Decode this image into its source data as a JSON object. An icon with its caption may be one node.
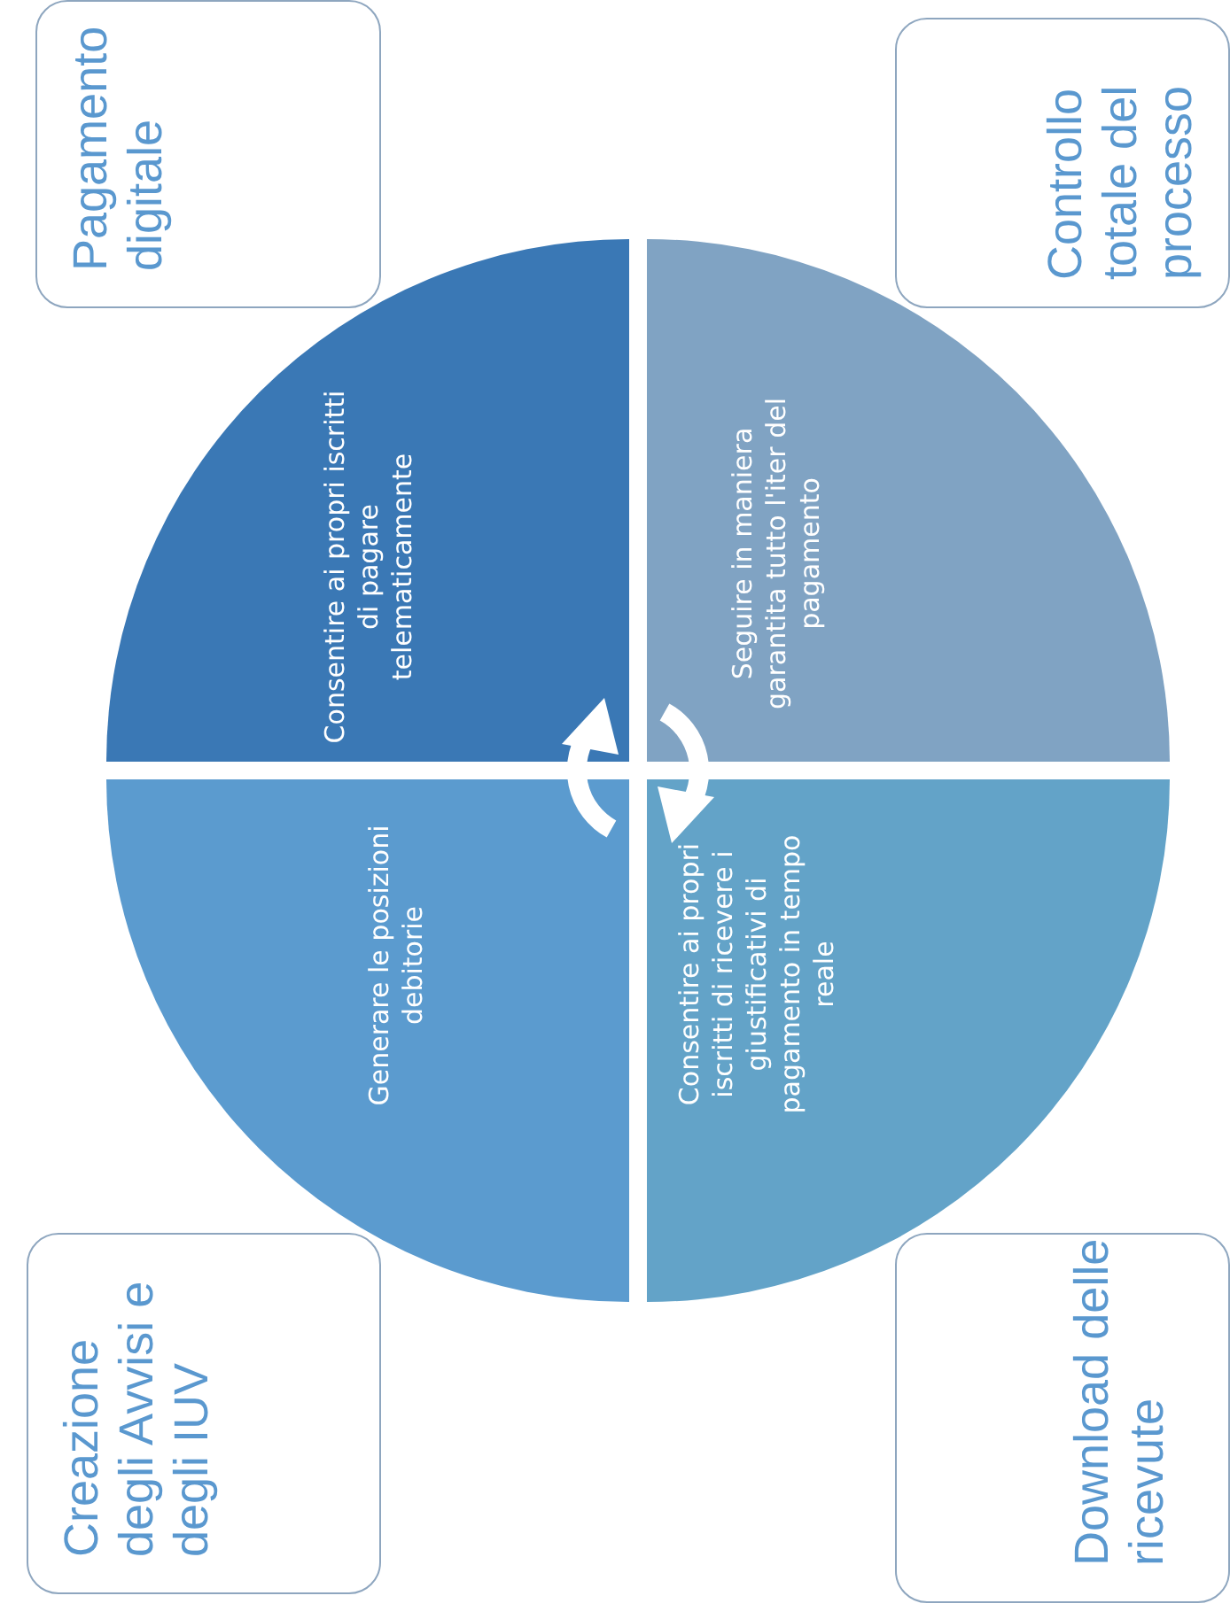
{
  "diagram": {
    "nodes": [
      {
        "text": [
          "Creazione degli Avvisi e degli IUV"
        ]
      },
      {
        "text": [
          "Pagamento digitale"
        ]
      },
      {
        "text": [
          "Generare le posizioni debitorie"
        ]
      },
      {
        "text": [
          "Consentire ai propri iscritti di pagare telematicamente"
        ]
      },
      {
        "text": [
          "Consentire ai propri iscritti di ricevere i giustificativi di pagamento in tempo reale"
        ]
      },
      {
        "text": [
          "Seguire in maniera garantita tutto l'iter del pagamento"
        ]
      },
      {
        "text": [
          "Download delle ricevute"
        ]
      },
      {
        "text": [
          "Controllo totale del processo"
        ]
      }
    ]
  }
}
